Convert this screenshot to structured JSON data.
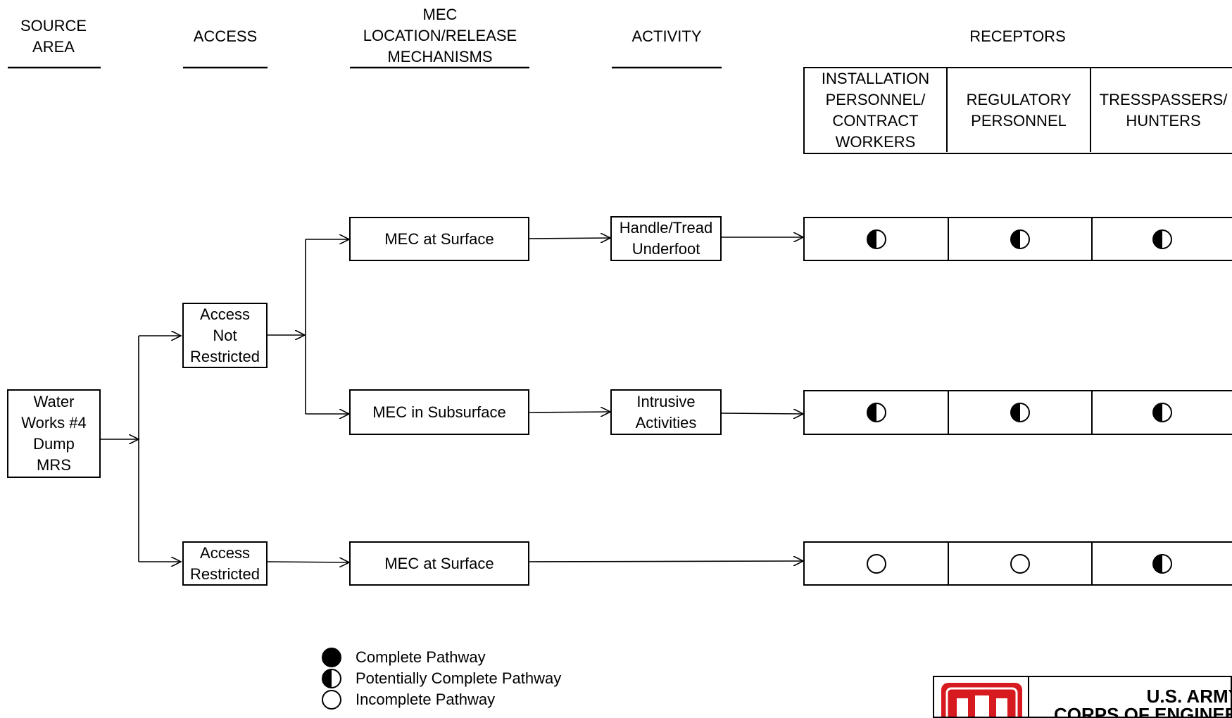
{
  "headers": {
    "source_area": "SOURCE AREA",
    "access": "ACCESS",
    "mec": "MEC LOCATION/RELEASE MECHANISMS",
    "activity": "ACTIVITY",
    "receptors": "RECEPTORS"
  },
  "receptor_columns": [
    {
      "label": "INSTALLATION PERSONNEL/ CONTRACT WORKERS"
    },
    {
      "label": "REGULATORY PERSONNEL"
    },
    {
      "label": "TRESSPASSERS/ HUNTERS"
    }
  ],
  "source": {
    "label": "Water Works #4 Dump MRS"
  },
  "access_nodes": [
    {
      "label": "Access Not Restricted"
    },
    {
      "label": "Access Restricted"
    }
  ],
  "mec_nodes": [
    {
      "label": "MEC at Surface"
    },
    {
      "label": "MEC in Subsurface"
    },
    {
      "label": "MEC at Surface"
    }
  ],
  "activity_nodes": [
    {
      "label": "Handle/Tread Underfoot"
    },
    {
      "label": "Intrusive Activities"
    }
  ],
  "pathway_rows": [
    {
      "statuses": [
        "potential",
        "potential",
        "potential"
      ]
    },
    {
      "statuses": [
        "potential",
        "potential",
        "potential"
      ]
    },
    {
      "statuses": [
        "incomplete",
        "incomplete",
        "potential"
      ]
    }
  ],
  "legend": [
    {
      "symbol": "complete",
      "label": "Complete Pathway"
    },
    {
      "symbol": "potential",
      "label": "Potentially Complete Pathway"
    },
    {
      "symbol": "incomplete",
      "label": "Incomplete Pathway"
    }
  ],
  "footer": {
    "line1": "U.S. ARMY",
    "line2": "CORPS OF ENGINEERS",
    "logo_color": "#d71920"
  }
}
